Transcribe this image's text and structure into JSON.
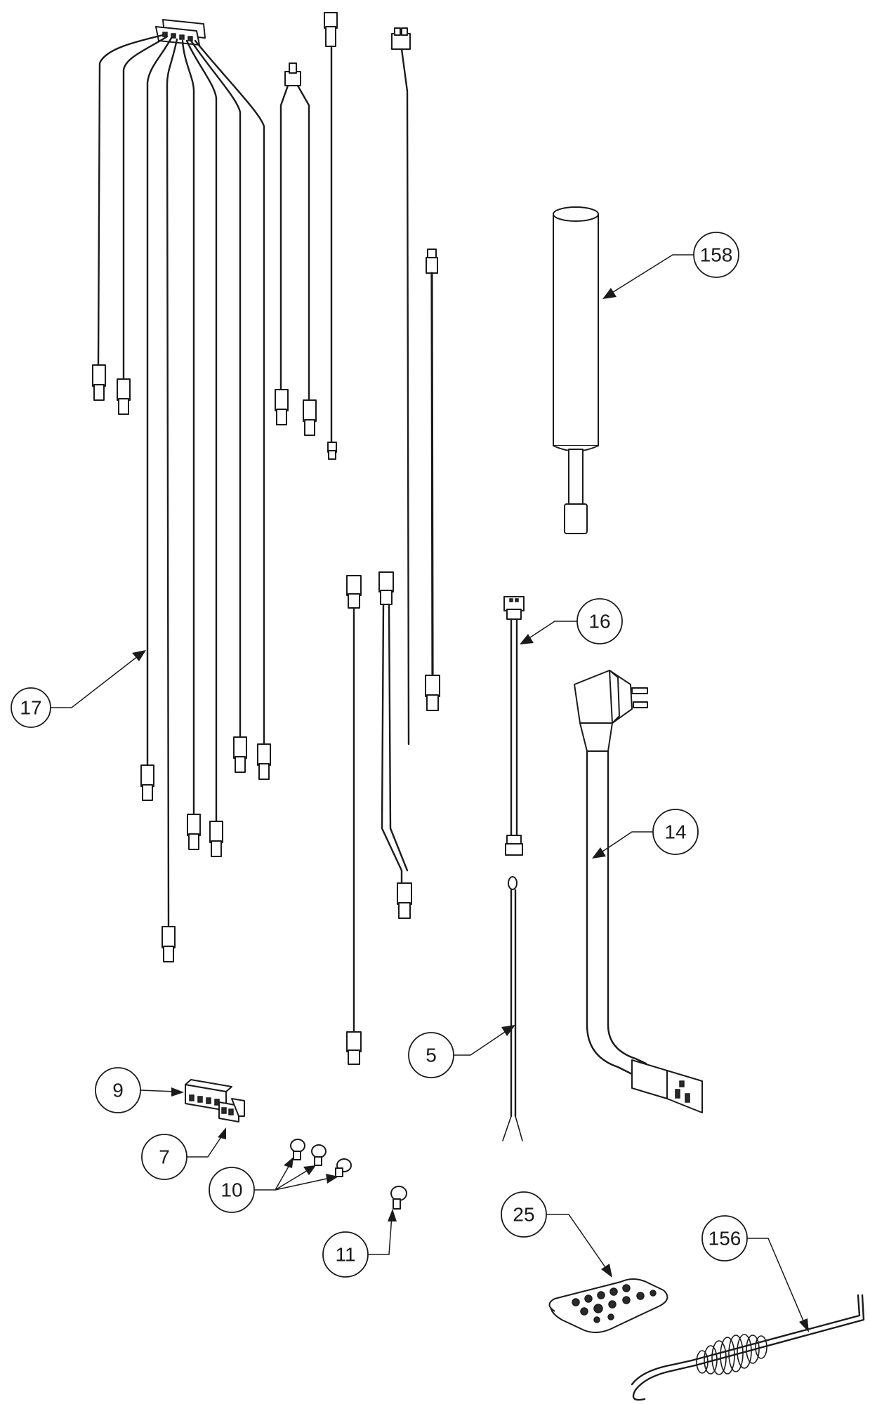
{
  "callouts": {
    "c158": "158",
    "c16": "16",
    "c17": "17",
    "c14": "14",
    "c5": "5",
    "c9": "9",
    "c7": "7",
    "c10": "10",
    "c11": "11",
    "c25": "25",
    "c156": "156"
  }
}
